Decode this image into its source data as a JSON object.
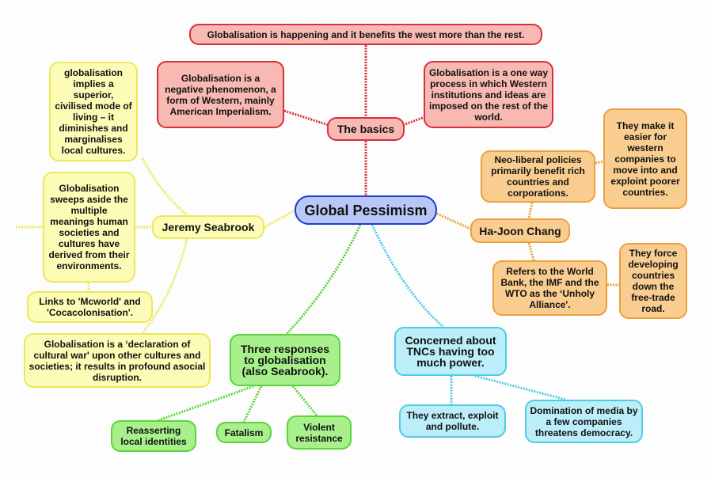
{
  "center": "Global Pessimism",
  "basics": {
    "label": "The basics",
    "top": "Globalisation is happening and it benefits the west more than the rest.",
    "left": "Globalisation is a negative phenomenon, a form of Western, mainly American Imperialism.",
    "right": "Globalisation is a one way process in which Western institutions and ideas are imposed on the rest of the world."
  },
  "seabrook": {
    "label": "Jeremy Seabrook",
    "items": [
      "globalisation implies a superior, civilised mode of living – it diminishes and marginalises local cultures.",
      "Globalisation sweeps aside the multiple meanings human societies and cultures have derived from their environments.",
      "Links to 'Mcworld' and 'Cocacolonisation'.",
      "Globalisation is a ‘declaration of cultural war' upon other cultures and societies; it results in profound asocial disruption."
    ]
  },
  "chang": {
    "label": "Ha-Joon Chang",
    "neo": "Neo-liberal policies primarily benefit rich countries and corporations.",
    "make": "They make it easier for western companies to move into and exploint poorer countries.",
    "refers": "Refers to the World Bank, the IMF and the WTO as the ‘Unholy Alliance'.",
    "force": "They force developing countries down the free-trade road."
  },
  "three": {
    "label": "Three responses to globalisation (also Seabrook).",
    "items": [
      "Reasserting local identities",
      "Fatalism",
      "Violent resistance"
    ]
  },
  "tncs": {
    "label": "Concerned about TNCs having too much power.",
    "items": [
      "They extract, exploit and pollute.",
      "Domination of media by a few companies threatens democracy."
    ]
  },
  "colors": {
    "red": "#d9303a",
    "blue": "#1a3bd6",
    "yellow": "#ebe85a",
    "orange": "#eba040",
    "green": "#5bd43a",
    "cyan": "#4fcbe6"
  }
}
